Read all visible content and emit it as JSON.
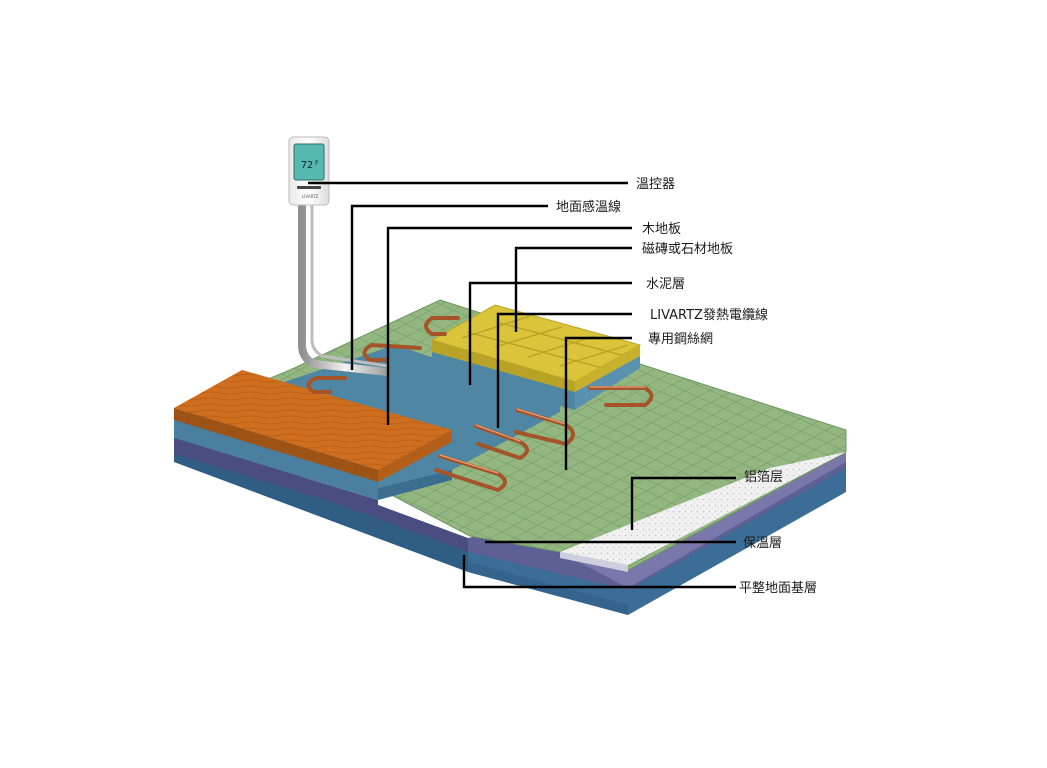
{
  "thermostat": {
    "display": "72",
    "unit": "F",
    "brand": "LIVARTZ"
  },
  "labels": {
    "thermostat": "溫控器",
    "floor_sensor": "地面感溫線",
    "wood_floor": "木地板",
    "tile_floor": "磁磚或石材地板",
    "cement_layer": "水泥層",
    "heating_cable": "LIVARTZ發熱電纜線",
    "steel_mesh": "專用鋼絲網",
    "aluminum_foil": "铝箔层",
    "insulation": "保溫層",
    "base_layer": "平整地面基層"
  },
  "colors": {
    "mesh_green": "#8fb27e",
    "mesh_grid": "#6f9a60",
    "cement_blue": "#4f86a4",
    "wood_orange": "#d0701f",
    "tile_yellow": "#d9c43a",
    "cable_copper": "#a5542a",
    "base_blue": "#3a6a93",
    "insulation_purple": "#6a6a9a"
  }
}
